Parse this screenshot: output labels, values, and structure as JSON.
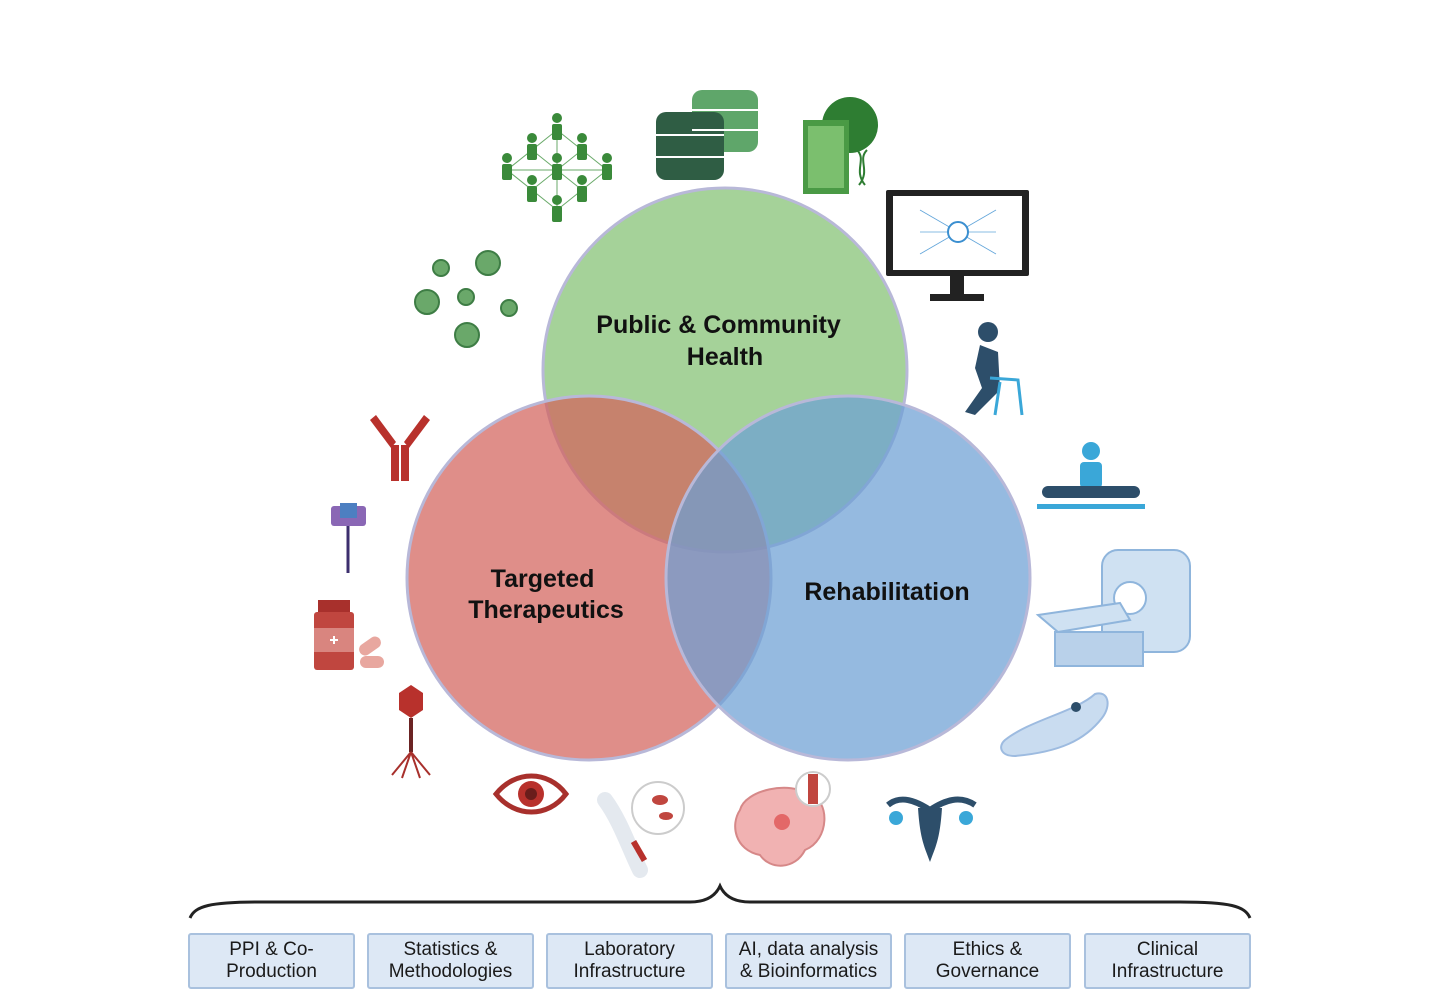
{
  "venn": {
    "top": {
      "line1": "Public & Community",
      "line2": "Health",
      "color": "#8cc57c"
    },
    "left": {
      "line1": "Targeted",
      "line2": "Therapeutics",
      "color": "#d3625b"
    },
    "right": {
      "line1": "Rehabilitation",
      "color": "#6c9fd4"
    }
  },
  "icons": [
    "people-network-icon",
    "database-icon",
    "genomic-server-icon",
    "ai-monitor-icon",
    "virus-icon",
    "elderly-walker-icon",
    "physiotherapy-icon",
    "ct-scanner-icon",
    "foot-icon",
    "antibody-icon",
    "receptor-icon",
    "medicine-bottle-icon",
    "bacteriophage-icon",
    "eye-icon",
    "blood-sample-icon",
    "brain-stroke-icon",
    "uterus-icon"
  ],
  "pillars": [
    {
      "label": "PPI & Co-\nProduction"
    },
    {
      "label": "Statistics &\nMethodologies"
    },
    {
      "label": "Laboratory\nInfrastructure"
    },
    {
      "label": "AI, data analysis\n& Bioinformatics"
    },
    {
      "label": "Ethics &\nGovernance"
    },
    {
      "label": "Clinical\nInfrastructure"
    }
  ]
}
